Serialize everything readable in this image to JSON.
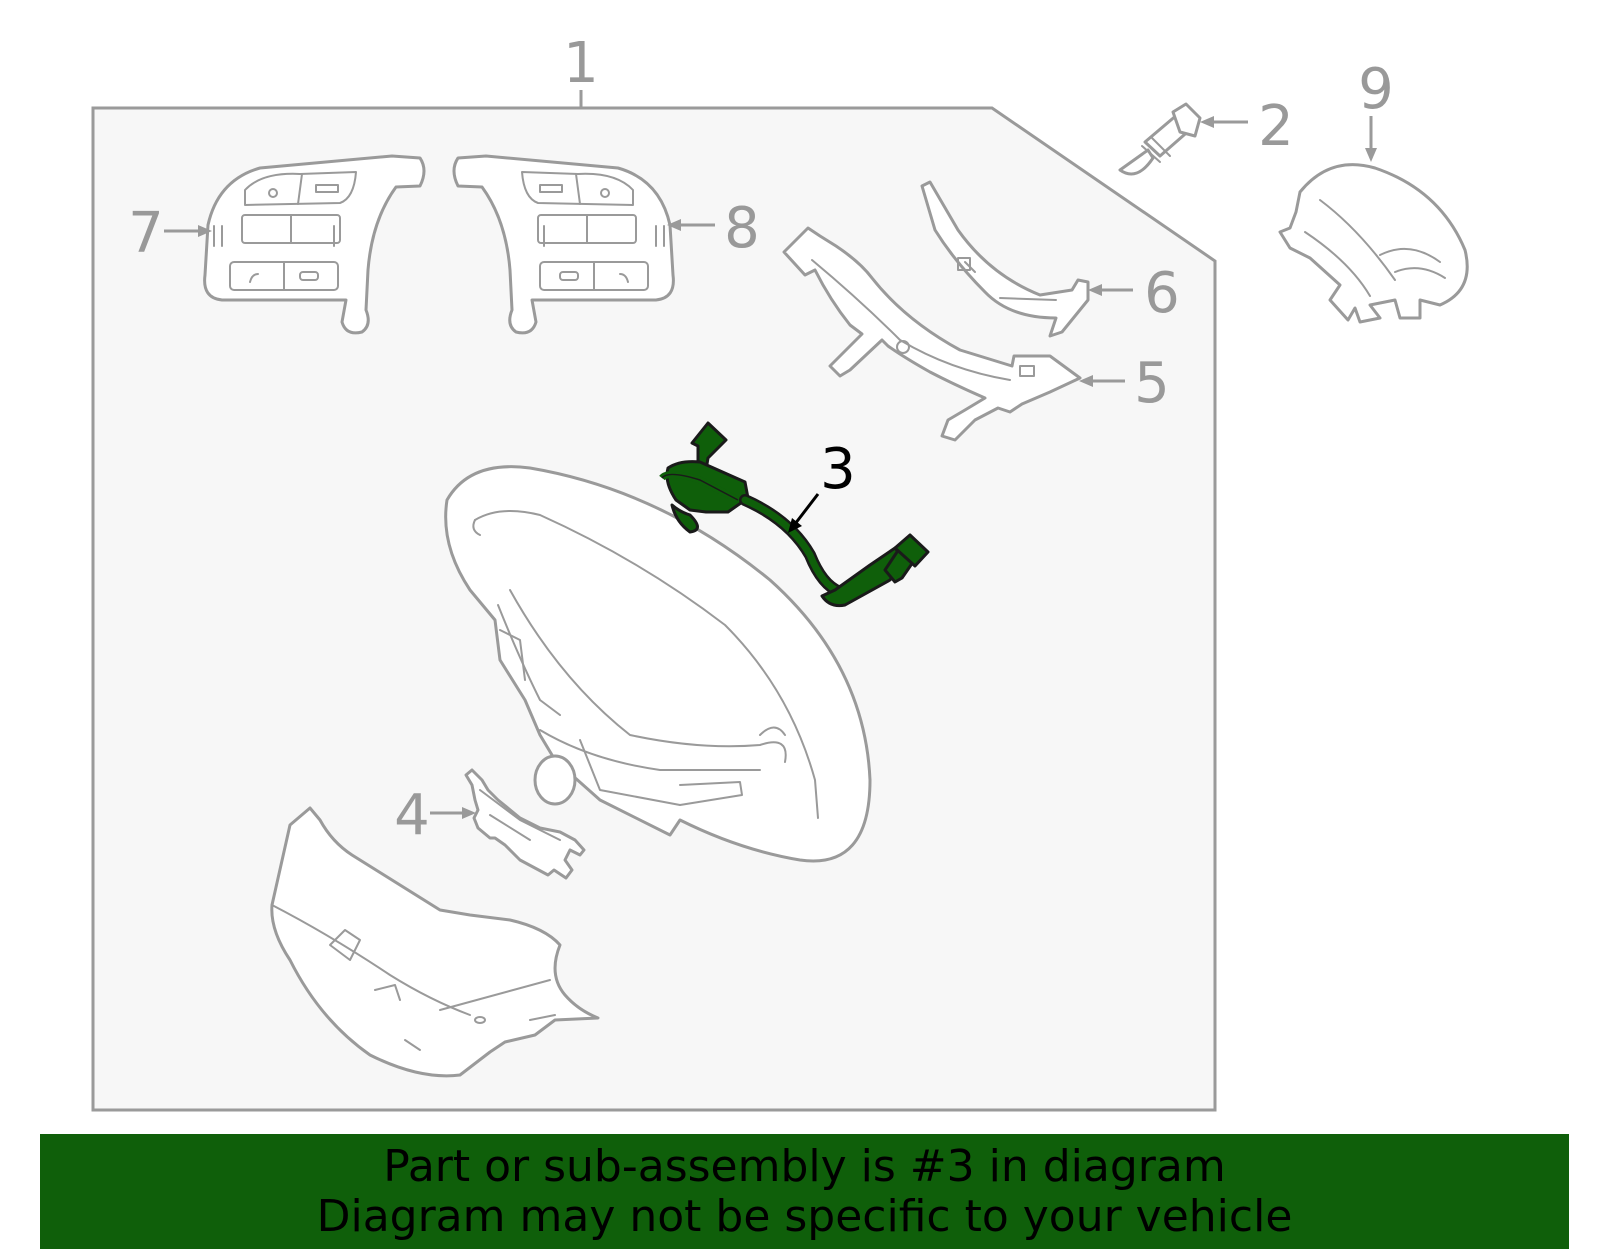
{
  "callouts": {
    "c1": "1",
    "c2": "2",
    "c3": "3",
    "c4": "4",
    "c5": "5",
    "c6": "6",
    "c7": "7",
    "c8": "8",
    "c9": "9"
  },
  "highlight_part": "3",
  "colors": {
    "highlight": "#0f5f0a",
    "outline": "#9a9a9a",
    "panel": "#f7f7f7"
  },
  "footer": {
    "line1": "Part or sub-assembly is #3 in diagram",
    "line2": "Diagram may not be specific to your vehicle"
  }
}
